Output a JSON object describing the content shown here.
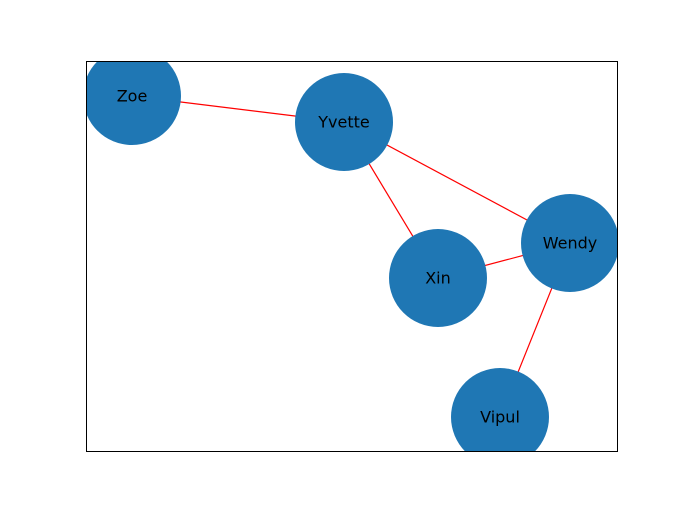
{
  "graph": {
    "node_color": "#1f77b4",
    "edge_color": "#ff0000",
    "frame_color": "#000000",
    "label_color": "#000000",
    "nodes": [
      {
        "id": "Zoe",
        "label": "Zoe"
      },
      {
        "id": "Yvette",
        "label": "Yvette"
      },
      {
        "id": "Wendy",
        "label": "Wendy"
      },
      {
        "id": "Xin",
        "label": "Xin"
      },
      {
        "id": "Vipul",
        "label": "Vipul"
      }
    ],
    "edges": [
      {
        "source": "Zoe",
        "target": "Yvette"
      },
      {
        "source": "Yvette",
        "target": "Xin"
      },
      {
        "source": "Yvette",
        "target": "Wendy"
      },
      {
        "source": "Xin",
        "target": "Wendy"
      },
      {
        "source": "Wendy",
        "target": "Vipul"
      }
    ]
  }
}
